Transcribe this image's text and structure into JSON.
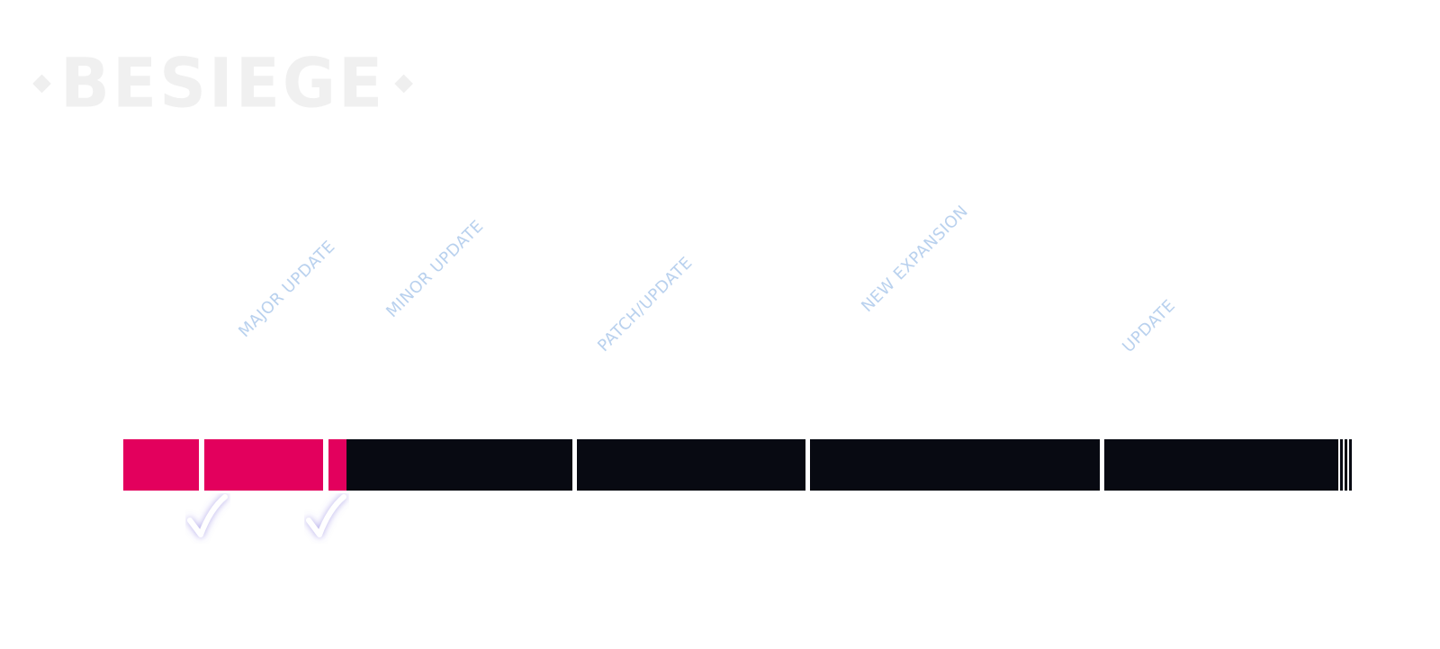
{
  "logo": {
    "text": "BESIEGE",
    "left_ornament": "⬥",
    "right_ornament": "⬥"
  },
  "milestones": [
    {
      "label": "MAJOR UPDATE"
    },
    {
      "label": "MINOR UPDATE"
    },
    {
      "label": "PATCH/UPDATE"
    },
    {
      "label": "NEW EXPANSION"
    },
    {
      "label": "UPDATE"
    }
  ],
  "progress": {
    "completed_segments": 3,
    "total_segments": 7
  },
  "colors": {
    "completed": "#e3005d",
    "remaining": "#080a12",
    "label": "#b9d1ee",
    "check_glow": "#6b5bd6"
  },
  "icons": [
    "checkmark-icon",
    "checkmark-icon"
  ]
}
